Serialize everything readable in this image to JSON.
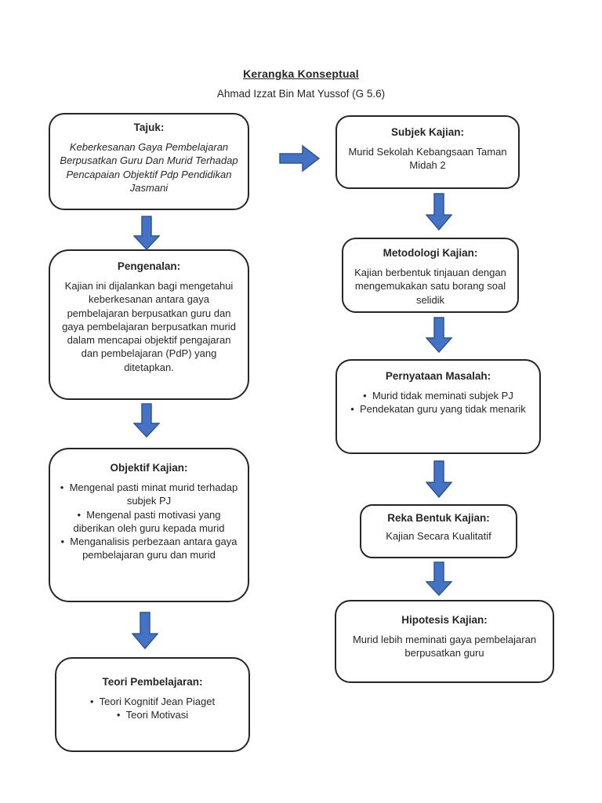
{
  "page": {
    "title": "Kerangka Konseptual",
    "subtitle": "Ahmad Izzat Bin Mat Yussof (G 5.6)"
  },
  "left_column": {
    "tajuk": {
      "heading": "Tajuk:",
      "body": "Keberkesanan Gaya Pembelajaran Berpusatkan Guru Dan Murid Terhadap Pencapaian Objektif Pdp Pendidikan Jasmani"
    },
    "pengenalan": {
      "heading": "Pengenalan:",
      "body": "Kajian ini dijalankan bagi mengetahui keberkesanan antara gaya pembelajaran berpusatkan guru dan gaya pembelajaran berpusatkan murid dalam mencapai objektif pengajaran dan pembelajaran (PdP) yang ditetapkan."
    },
    "objektif": {
      "heading": "Objektif Kajian:",
      "bullets": [
        "Mengenal pasti minat murid terhadap subjek PJ",
        "Mengenal pasti motivasi yang diberikan oleh guru kepada murid",
        "Menganalisis perbezaan antara gaya pembelajaran guru dan murid"
      ]
    },
    "teori": {
      "heading": "Teori Pembelajaran:",
      "bullets": [
        "Teori Kognitif Jean Piaget",
        "Teori Motivasi"
      ]
    }
  },
  "right_column": {
    "subjek": {
      "heading": "Subjek Kajian:",
      "body": "Murid Sekolah Kebangsaan Taman Midah 2"
    },
    "metodologi": {
      "heading": "Metodologi Kajian:",
      "body": "Kajian berbentuk tinjauan dengan mengemukakan satu borang soal selidik"
    },
    "pernyataan": {
      "heading": "Pernyataan Masalah:",
      "bullets": [
        "Murid tidak meminati subjek PJ",
        "Pendekatan guru yang tidak menarik"
      ]
    },
    "reka": {
      "heading": "Reka Bentuk Kajian:",
      "body": "Kajian Secara Kualitatif"
    },
    "hipotesis": {
      "heading": "Hipotesis Kajian:",
      "body": "Murid lebih meminati gaya pembelajaran berpusatkan guru"
    }
  },
  "colors": {
    "arrow_fill": "#4472C4",
    "arrow_border": "#2F5597",
    "box_border": "#262626",
    "text": "#262626"
  }
}
